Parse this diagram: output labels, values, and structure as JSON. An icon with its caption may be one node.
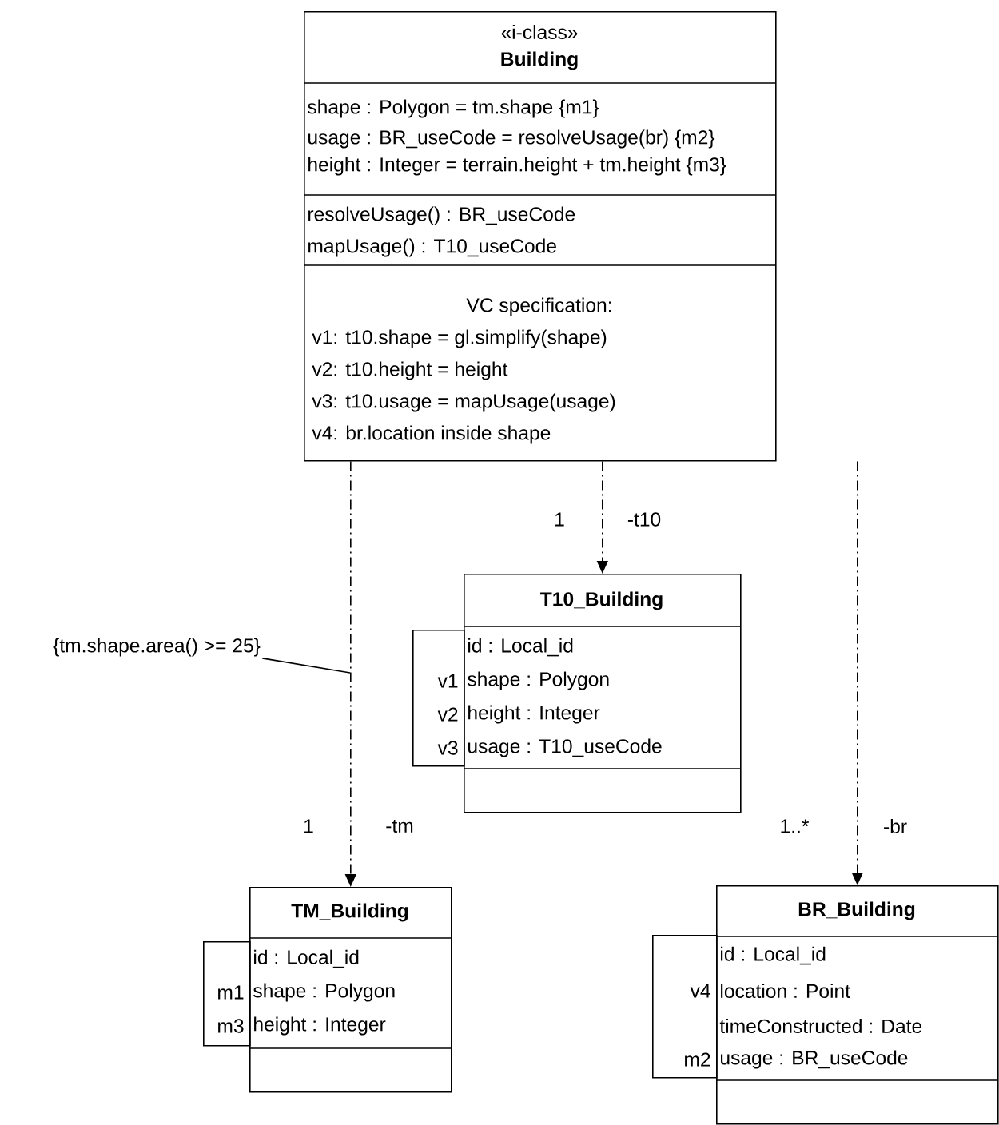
{
  "diagram": {
    "nodes": [
      {
        "text": [
          "«i-class»",
          "Building",
          "shape : Polygon = tm.shape {m1}",
          "usage : BR_useCode = resolveUsage(br) {m2}",
          "height : Integer = terrain.height + tm.height {m3}",
          "resolveUsage() : BR_useCode",
          "mapUsage() : T10_useCode",
          "VC specification:",
          "v1: t10.shape = gl.simplify(shape)",
          "v2: t10.height = height",
          "v3: t10.usage = mapUsage(usage)",
          "v4: br.location inside shape"
        ]
      },
      {
        "text": [
          "T10_Building",
          "id : Local_id",
          "shape : Polygon",
          "height : Integer",
          "usage : T10_useCode"
        ]
      },
      {
        "text": [
          "v1",
          "v2",
          "v3"
        ]
      },
      {
        "text": [
          "{tm.shape.area() >= 25}"
        ]
      },
      {
        "text": [
          "TM_Building",
          "id : Local_id",
          "shape : Polygon",
          "height : Integer"
        ]
      },
      {
        "text": [
          "m1",
          "m3"
        ]
      },
      {
        "text": [
          "BR_Building",
          "id : Local_id",
          "location : Point",
          "timeConstructed : Date",
          "usage : BR_useCode"
        ]
      },
      {
        "text": [
          "v4",
          "m2"
        ]
      }
    ],
    "edges": [
      {
        "from": 0,
        "to": 1,
        "arrow": "to",
        "style": "dashed"
      },
      {
        "from": 0,
        "to": 4,
        "arrow": "to",
        "style": "dashed"
      },
      {
        "from": 0,
        "to": 6,
        "arrow": "to",
        "style": "dashed"
      },
      {
        "from": 3,
        "to": null,
        "arrow": "none"
      }
    ],
    "labels": [
      "1",
      "-t10",
      "1",
      "-tm",
      "1..*",
      "-br"
    ]
  }
}
